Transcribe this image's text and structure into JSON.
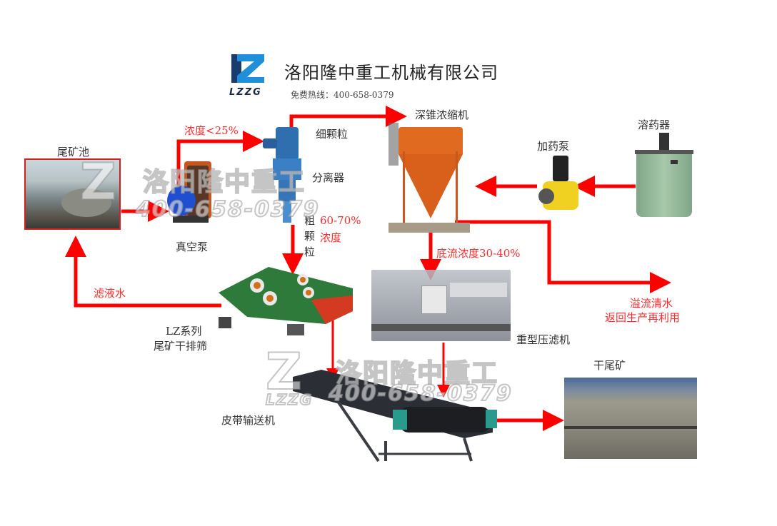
{
  "header": {
    "logo_text": "LZZG",
    "company_name": "洛阳隆中重工机械有限公司",
    "hotline_label": "免费热线：400-658-0379"
  },
  "watermarks": {
    "company": "洛阳隆中重工",
    "phone": "400-658-0379",
    "logo_text": "LZZG"
  },
  "equipment": {
    "tailings_pond": "尾矿池",
    "vacuum_pump": "真空泵",
    "separator": "分离器",
    "thickener": "深锥浓缩机",
    "dosing_pump": "加药泵",
    "dissolver": "溶药器",
    "dewatering_screen_line1": "LZ系列",
    "dewatering_screen_line2": "尾矿干排筛",
    "filter_press": "重型压滤机",
    "belt_conveyor": "皮带输送机",
    "dry_tailings": "干尾矿"
  },
  "flow_labels": {
    "concentration_lt25": "浓度<25%",
    "fine_particles": "细颗粒",
    "coarse_particles_1": "粗",
    "coarse_particles_2": "颗",
    "coarse_particles_3": "粒",
    "coarse_conc_1": "60-70%",
    "coarse_conc_2": "浓度",
    "underflow": "底流浓度30-40%",
    "overflow_1": "溢流清水",
    "overflow_2": "返回生产再利用",
    "filtrate": "滤液水"
  },
  "colors": {
    "arrow": "#ff0000",
    "label_red": "#ff2a2a",
    "logo_blue": "#1e8fd8",
    "logo_dark": "#1a3b6e"
  }
}
